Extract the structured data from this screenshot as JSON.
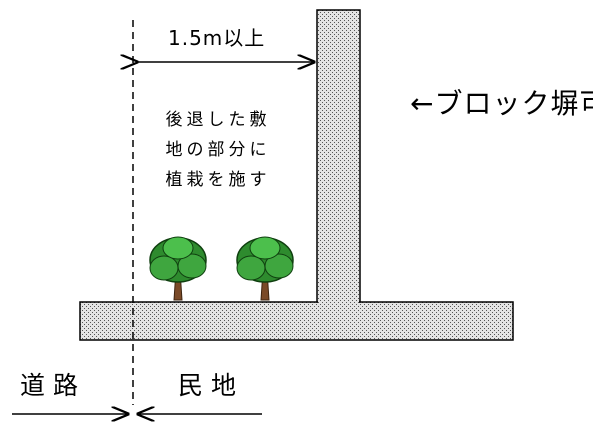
{
  "wall_label": "←ブロック塀可",
  "setback_dimension": "1.5m以上",
  "note_lines": [
    "後退した敷",
    "地の部分に",
    "植栽を施す"
  ],
  "road_label": "道 路",
  "private_land_label": "民 地",
  "colors": {
    "hatch": "#cfcfcf",
    "tree_leaf": "#2e8b2e",
    "tree_trunk": "#7a4a28"
  },
  "icons": [
    "tree-icon",
    "tree-icon"
  ]
}
